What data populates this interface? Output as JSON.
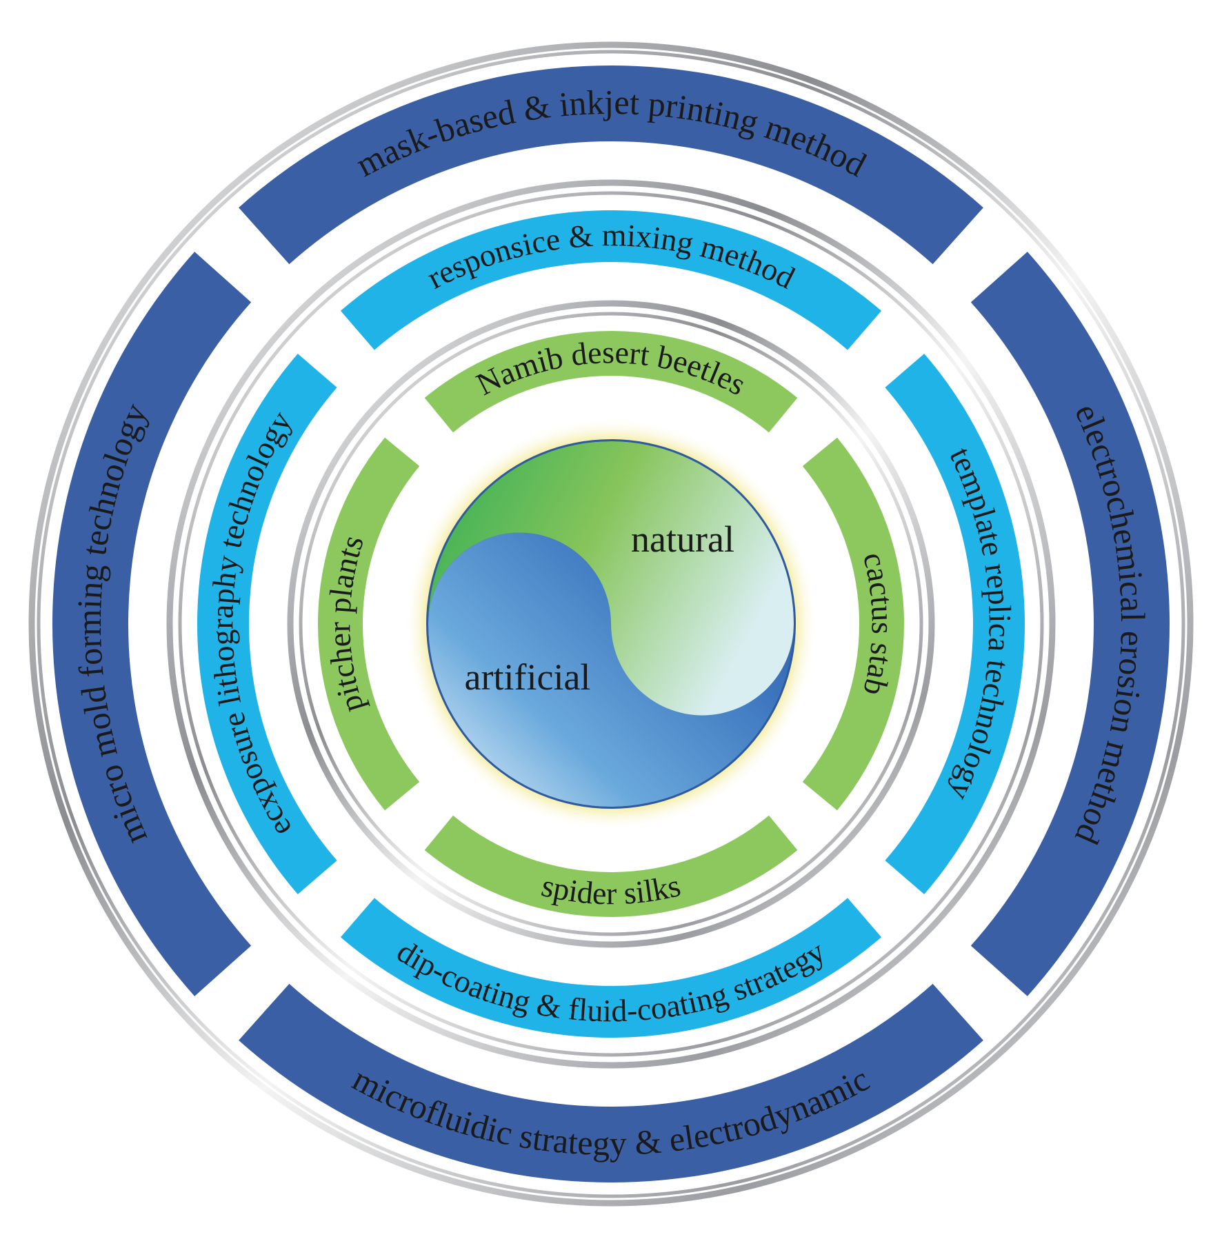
{
  "colors": {
    "outer_ring": "#3a5fa4",
    "middle_ring": "#1fb3e8",
    "inner_ring": "#8dc85f",
    "natural_green": "#6fbf4e",
    "artificial_blue": "#3f7fc4",
    "text": "#1a1a1a"
  },
  "rings": {
    "outer": {
      "segments": [
        {
          "position": "top",
          "label": "mask-based & inkjet printing method"
        },
        {
          "position": "right",
          "label": "electrochemical erosion method"
        },
        {
          "position": "bottom",
          "label": "microfluidic strategy & electrodynamic"
        },
        {
          "position": "left",
          "label": "micro mold forming technology"
        }
      ]
    },
    "middle": {
      "segments": [
        {
          "position": "top",
          "label": "responsice & mixing method"
        },
        {
          "position": "right",
          "label": "template replica technology"
        },
        {
          "position": "bottom",
          "label": "dip-coating & fluid-coating strategy"
        },
        {
          "position": "left",
          "label": "ecxposure lithography technology"
        }
      ]
    },
    "inner": {
      "segments": [
        {
          "position": "top",
          "label": "Namib desert beetles"
        },
        {
          "position": "right",
          "label": "cactus stab"
        },
        {
          "position": "bottom",
          "label": "spider silks"
        },
        {
          "position": "left",
          "label": "pitcher plants"
        }
      ]
    }
  },
  "core": {
    "natural_label": "natural",
    "artificial_label": "artificial"
  }
}
